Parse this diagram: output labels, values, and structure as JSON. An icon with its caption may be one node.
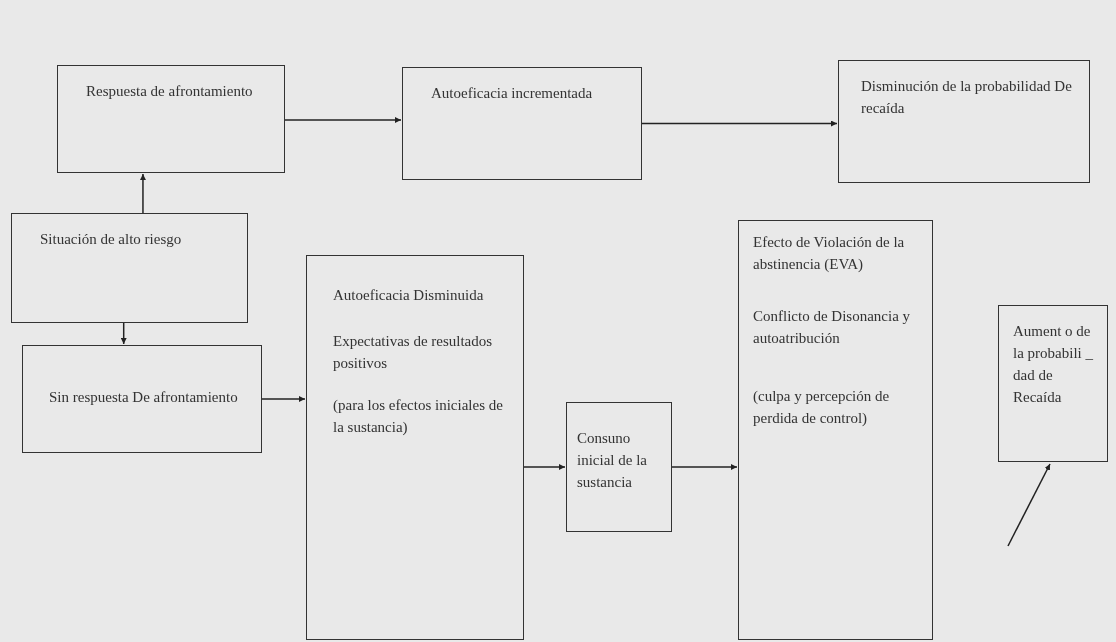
{
  "diagram": {
    "nodes": [
      {
        "text": [
          "Respuesta de afrontamiento"
        ]
      },
      {
        "text": [
          "Autoeficacia incrementada"
        ]
      },
      {
        "text": [
          "Disminución de la probabilidad De recaída"
        ]
      },
      {
        "text": [
          "Situación de alto riesgo"
        ]
      },
      {
        "text": [
          "Sin respuesta De afrontamiento"
        ]
      },
      {
        "text": [
          "Autoeficacia Disminuida",
          "Expectativas de resultados positivos",
          "(para los efectos iniciales de la sustancia)"
        ]
      },
      {
        "text": [
          "Consuno inicial de la sustancia"
        ]
      },
      {
        "text": [
          "Efecto de Violación de la abstinencia (EVA)",
          "Conflicto de Disonancia y autoatribución",
          "(culpa y percepción de perdida de control)"
        ]
      },
      {
        "text": [
          "Aument o de la probabili _ dad de Recaída"
        ]
      }
    ],
    "edges": [
      {
        "from": 0,
        "to": 1,
        "arrow": "to"
      },
      {
        "from": 1,
        "to": 2,
        "arrow": "to"
      },
      {
        "from": 3,
        "to": 0,
        "arrow": "to"
      },
      {
        "from": 3,
        "to": 4,
        "arrow": "to"
      },
      {
        "from": 4,
        "to": 5,
        "arrow": "to"
      },
      {
        "from": 5,
        "to": 6,
        "arrow": "to"
      },
      {
        "from": 6,
        "to": 7,
        "arrow": "to"
      },
      {
        "from": null,
        "to": 8,
        "arrow": "to"
      }
    ]
  }
}
